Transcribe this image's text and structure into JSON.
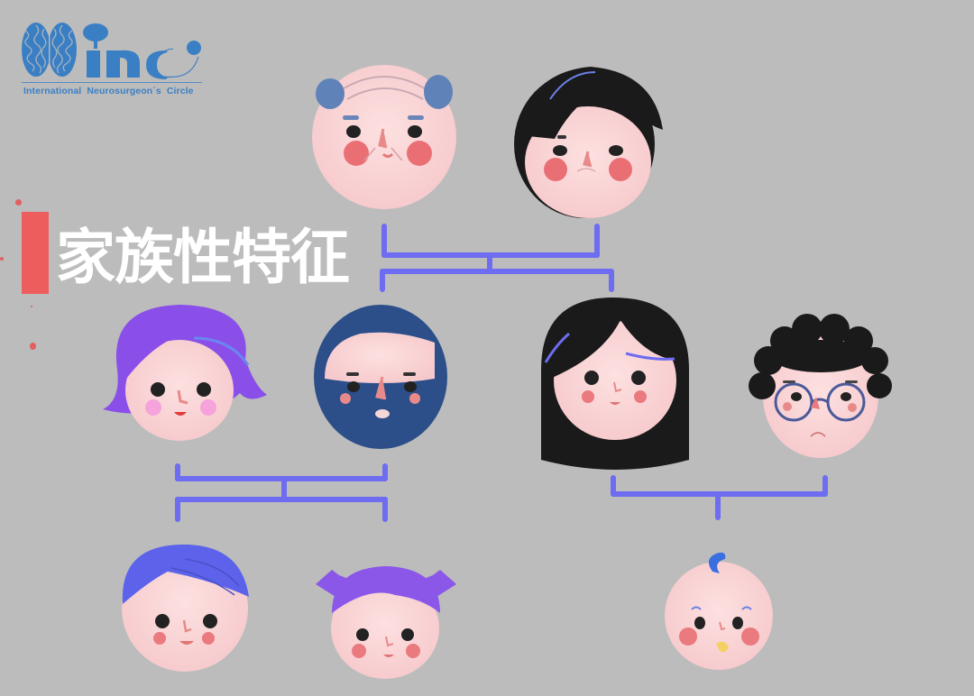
{
  "logo": {
    "brand_letters": "inc",
    "tagline": "International  Neurosurgeon´s  Circle",
    "color": "#3a7fc4"
  },
  "title": {
    "text": "家族性特征",
    "accent_color": "#ee5d5e",
    "text_color": "#ffffff"
  },
  "background_color": "#bcbcbc",
  "connector_color": "#6e6cf0",
  "family_tree": {
    "generation_1": [
      {
        "id": "grandfather",
        "description": "bald elderly man with blue side hair and blush"
      },
      {
        "id": "grandmother",
        "description": "elderly woman with short black hair"
      }
    ],
    "generation_2": [
      {
        "id": "mother-left",
        "description": "woman with purple bob hair, smiling"
      },
      {
        "id": "father-left",
        "description": "man with navy hair and full beard"
      },
      {
        "id": "woman-right",
        "description": "woman with long black hair"
      },
      {
        "id": "man-right",
        "description": "man with curly black hair and round glasses, frowning"
      }
    ],
    "generation_3": [
      {
        "id": "boy",
        "description": "boy with blue hair"
      },
      {
        "id": "girl",
        "description": "girl with purple pigtails"
      },
      {
        "id": "baby",
        "description": "baby with blue curl and yellow pacifier"
      }
    ]
  }
}
